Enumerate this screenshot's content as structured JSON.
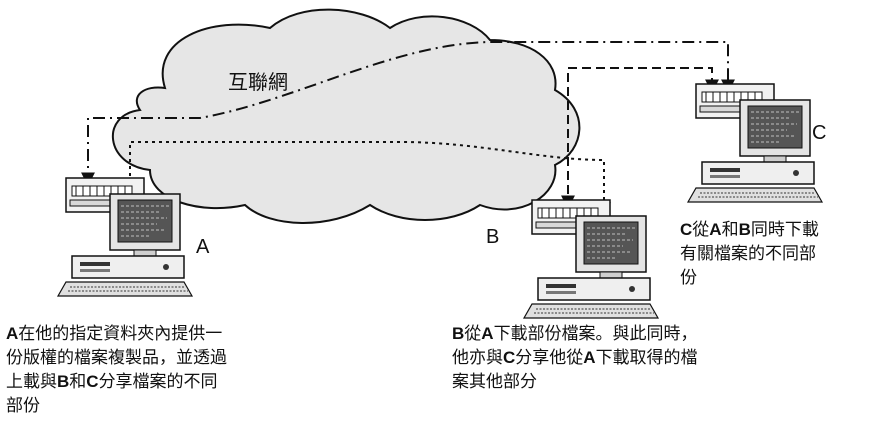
{
  "cloud": {
    "label": "互聯網"
  },
  "nodes": {
    "a": {
      "label": "A"
    },
    "b": {
      "label": "B"
    },
    "c": {
      "label": "C"
    }
  },
  "captions": {
    "a": {
      "lines": [
        [
          {
            "t": "A",
            "b": true
          },
          {
            "t": "在他的指定資料夾內提供一"
          }
        ],
        [
          {
            "t": "份版權的檔案複製品，並透過"
          }
        ],
        [
          {
            "t": "上載與"
          },
          {
            "t": "B",
            "b": true
          },
          {
            "t": "和"
          },
          {
            "t": "C",
            "b": true
          },
          {
            "t": "分享檔案的不同"
          }
        ],
        [
          {
            "t": "部份"
          }
        ]
      ]
    },
    "b": {
      "lines": [
        [
          {
            "t": "B",
            "b": true
          },
          {
            "t": "從"
          },
          {
            "t": "A",
            "b": true
          },
          {
            "t": "下載部份檔案。與此同時，"
          }
        ],
        [
          {
            "t": "他亦與"
          },
          {
            "t": "C",
            "b": true
          },
          {
            "t": "分享他從"
          },
          {
            "t": "A",
            "b": true
          },
          {
            "t": "下載取得的檔"
          }
        ],
        [
          {
            "t": "案其他部分"
          }
        ]
      ]
    },
    "c": {
      "lines": [
        [
          {
            "t": "C",
            "b": true
          },
          {
            "t": "從"
          },
          {
            "t": "A",
            "b": true
          },
          {
            "t": "和"
          },
          {
            "t": "B",
            "b": true
          },
          {
            "t": "同時下載"
          }
        ],
        [
          {
            "t": "有關檔案的不同部"
          }
        ],
        [
          {
            "t": "份"
          }
        ]
      ]
    }
  }
}
